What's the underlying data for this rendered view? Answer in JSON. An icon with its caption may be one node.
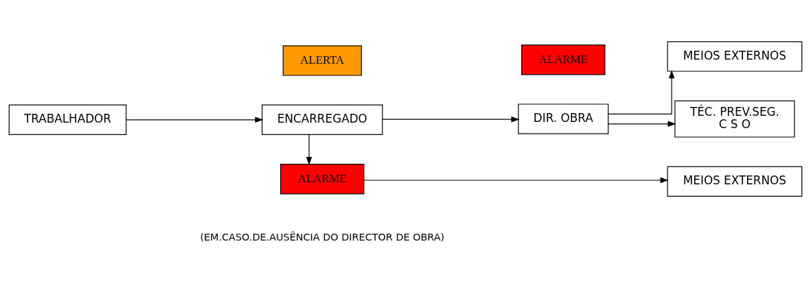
{
  "diagram": {
    "nodes": [
      {
        "text": [
          "ALERTA"
        ]
      },
      {
        "text": [
          "ALARME"
        ]
      },
      {
        "text": [
          "TRABALHADOR"
        ]
      },
      {
        "text": [
          "ENCARREGADO"
        ]
      },
      {
        "text": [
          "DIR. OBRA"
        ]
      },
      {
        "text": [
          "MEIOS EXTERNOS"
        ]
      },
      {
        "text": [
          "TÉC. PREV.SEG.",
          "C S O"
        ]
      },
      {
        "text": [
          "ALARME"
        ]
      },
      {
        "text": [
          "MEIOS EXTERNOS"
        ]
      }
    ],
    "edges": [
      {
        "from": 2,
        "to": 3,
        "arrow": "to"
      },
      {
        "from": 3,
        "to": 4,
        "arrow": "to"
      },
      {
        "from": 4,
        "to": 5,
        "arrow": "to"
      },
      {
        "from": 4,
        "to": 6,
        "arrow": "to"
      },
      {
        "from": 3,
        "to": 7,
        "arrow": "to"
      },
      {
        "from": 7,
        "to": 8,
        "arrow": "to"
      }
    ],
    "labels": [
      "(EM.CASO.DE.AUSÊNCIA DO DIRECTOR DE OBRA)"
    ]
  }
}
